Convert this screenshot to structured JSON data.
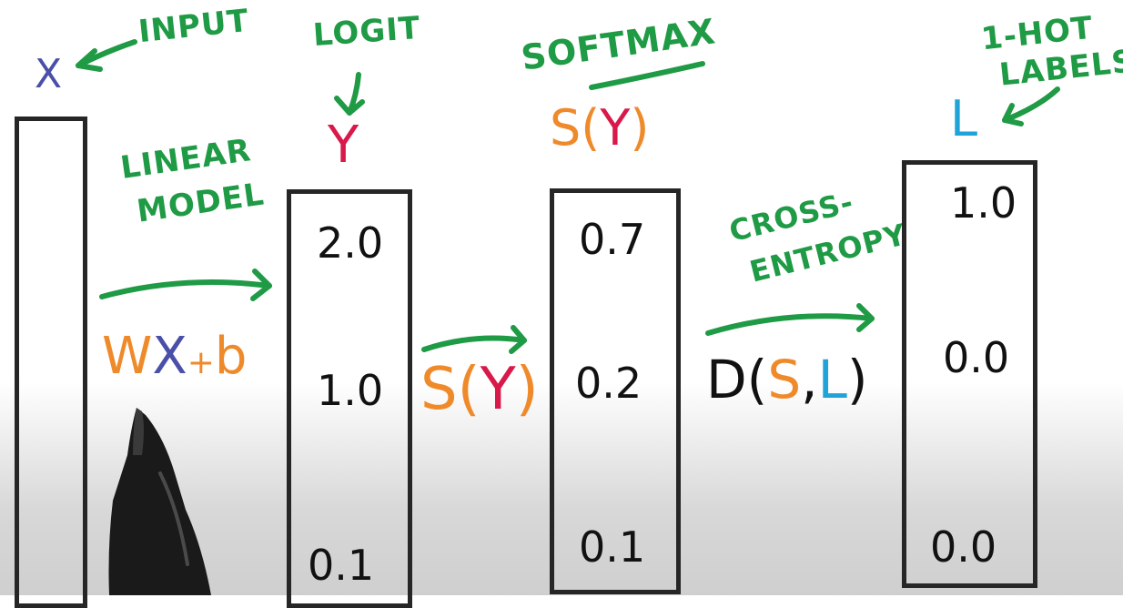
{
  "labels": {
    "x_var": "X",
    "input": "INPUT",
    "logit": "LOGIT",
    "y_var": "Y",
    "softmax": "SOFTMAX",
    "s_of_y_top": "S(Y)",
    "one_hot": "1-HOT",
    "labels_word": "LABELS",
    "l_var": "L",
    "linear": "LINEAR",
    "model": "MODEL",
    "cross": "CROSS-",
    "entropy": "ENTROPY"
  },
  "formulas": {
    "wxb": {
      "w": "W",
      "x": "X",
      "plus": "+",
      "b": "b"
    },
    "s_of_y": {
      "s": "S",
      "open": "(",
      "y": "Y",
      "close": ")"
    },
    "d_of_sl": {
      "d": "D",
      "open": "(",
      "s": "S",
      "comma": ",",
      "l": "L",
      "close": ")"
    }
  },
  "columns": {
    "logits": [
      "2.0",
      "1.0",
      "0.1"
    ],
    "softmax": [
      "0.7",
      "0.2",
      "0.1"
    ],
    "labels": [
      "1.0",
      "0.0",
      "0.0"
    ]
  },
  "colors": {
    "green": "#1f9a45",
    "blue": "#4a4fa8",
    "red": "#d8194a",
    "orange": "#ef8a2a",
    "cyan": "#1fa3d8",
    "ink": "#111111"
  }
}
